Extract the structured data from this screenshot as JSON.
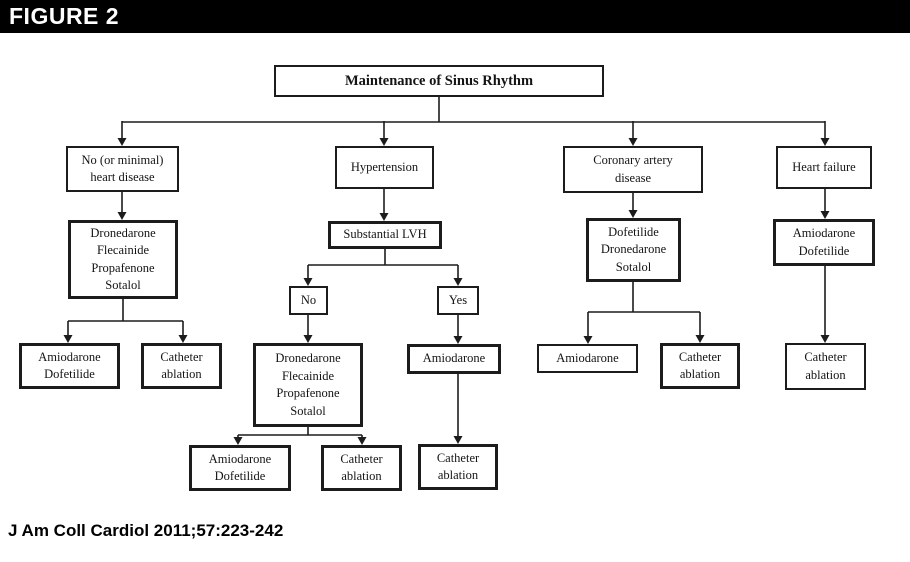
{
  "figure": {
    "label": "FIGURE 2"
  },
  "citation": {
    "text": "J Am Coll Cardiol 2011;57:223-242"
  },
  "flowchart": {
    "title": "Maintenance of Sinus Rhythm",
    "nodes": {
      "root": {
        "label": "Maintenance of Sinus Rhythm"
      },
      "no_heart_disease": {
        "label": "No (or minimal)\nheart disease"
      },
      "nhd_drugs": {
        "label": "Dronedarone\nFlecainide\nPropafenone\nSotalol"
      },
      "nhd_amio_dofet": {
        "label": "Amiodarone\nDofetilide"
      },
      "nhd_catheter": {
        "label": "Catheter\nablation"
      },
      "hypertension": {
        "label": "Hypertension"
      },
      "substantial_lvh": {
        "label": "Substantial LVH"
      },
      "lvh_no": {
        "label": "No"
      },
      "lvh_yes": {
        "label": "Yes"
      },
      "htn_drugs": {
        "label": "Dronedarone\nFlecainide\nPropafenone\nSotalol"
      },
      "htn_amio_dofet": {
        "label": "Amiodarone\nDofetilide"
      },
      "htn_catheter": {
        "label": "Catheter\nablation"
      },
      "htn_amiodarone": {
        "label": "Amiodarone"
      },
      "htn_yes_catheter": {
        "label": "Catheter\nablation"
      },
      "cad": {
        "label": "Coronary artery\ndisease"
      },
      "cad_drugs": {
        "label": "Dofetilide\nDronedarone\nSotalol"
      },
      "cad_amiodarone": {
        "label": "Amiodarone"
      },
      "cad_catheter": {
        "label": "Catheter\nablation"
      },
      "heart_failure": {
        "label": "Heart failure"
      },
      "hf_drugs": {
        "label": "Amiodarone\nDofetilide"
      },
      "hf_catheter": {
        "label": "Catheter\nablation"
      }
    },
    "colors": {
      "line": "#1c1c1c",
      "box_border": "#1c1c1c",
      "box_background": "#ffffff",
      "header_background": "#000000",
      "header_text": "#ffffff"
    }
  }
}
